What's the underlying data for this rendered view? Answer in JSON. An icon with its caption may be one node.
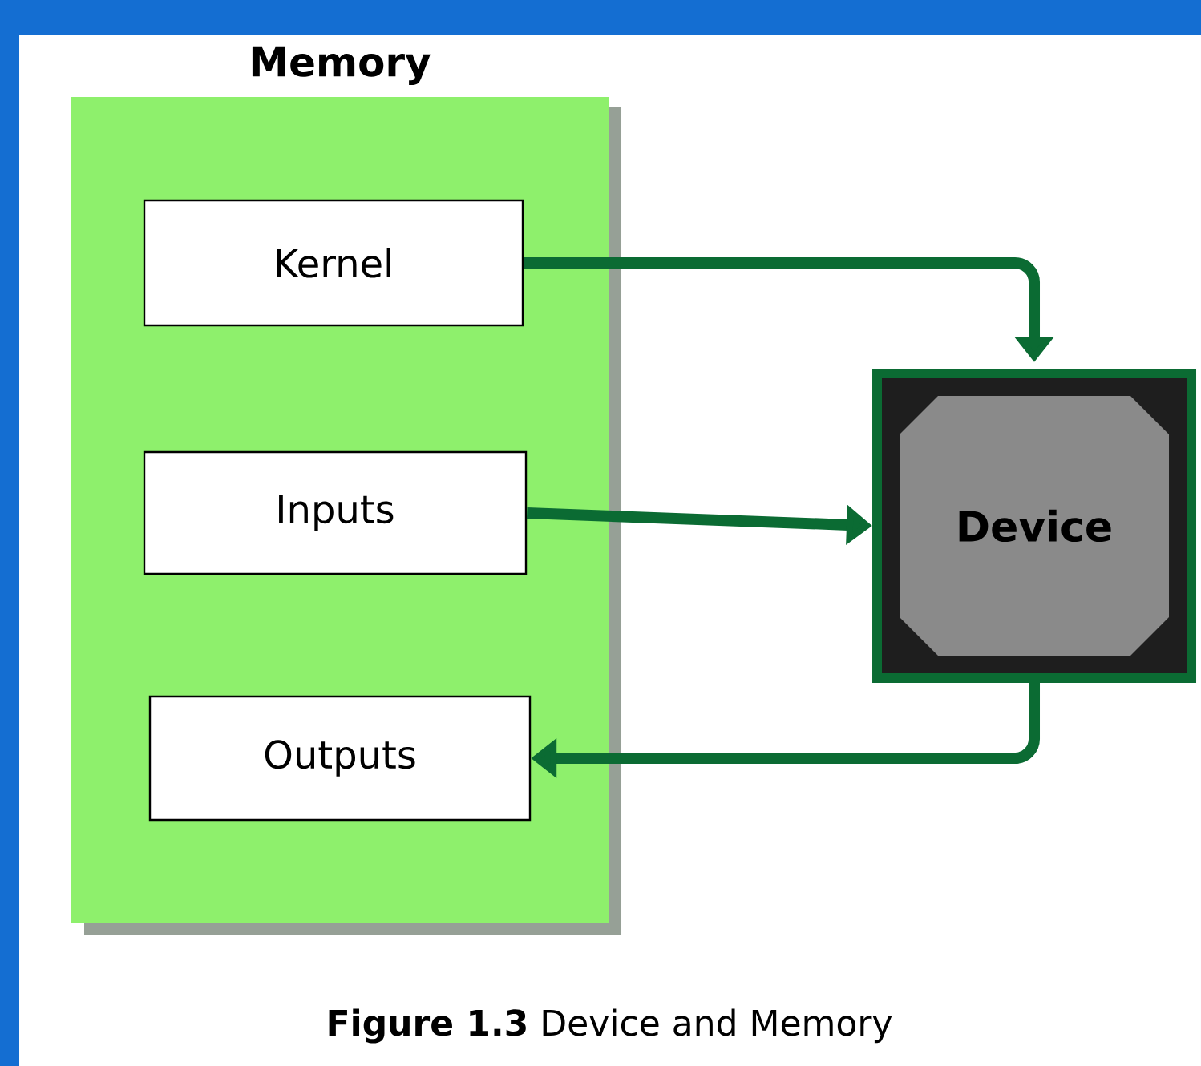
{
  "diagram": {
    "caption": "**Figure 1.3** Device and Memory",
    "nodes": [
      {
        "text": [
          "Memory"
        ]
      },
      {
        "text": [
          "Kernel"
        ],
        "in": 0
      },
      {
        "text": [
          "Inputs"
        ],
        "in": 0
      },
      {
        "text": [
          "Outputs"
        ],
        "in": 0
      },
      {
        "text": [
          "Device"
        ]
      }
    ],
    "edges": [
      {
        "from": 1,
        "to": 4,
        "arrow": "to"
      },
      {
        "from": 2,
        "to": 4,
        "arrow": "to"
      },
      {
        "from": 4,
        "to": 3,
        "arrow": "to"
      }
    ]
  }
}
